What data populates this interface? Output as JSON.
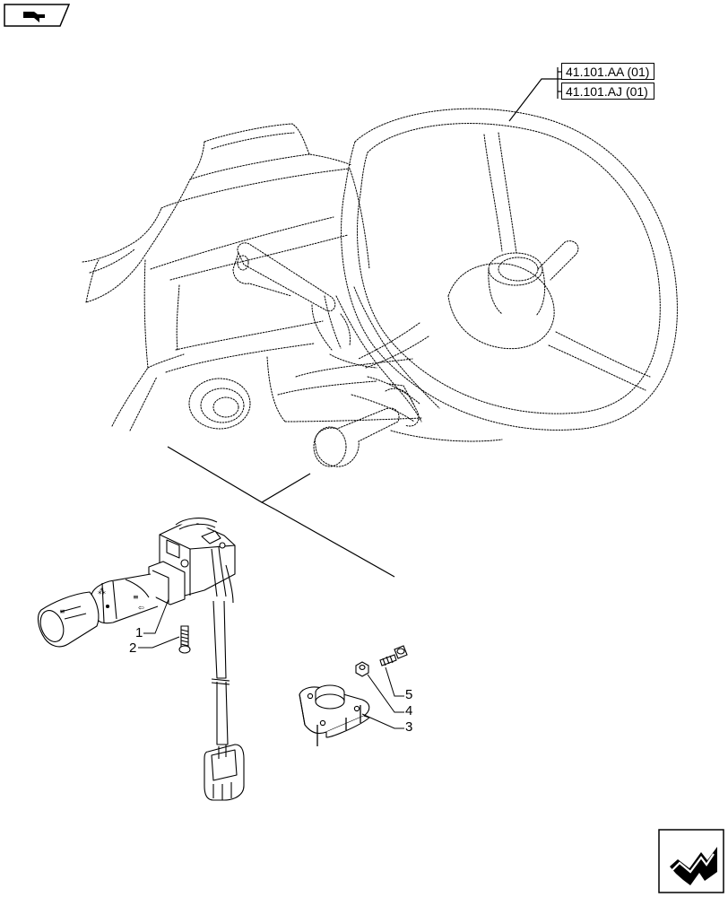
{
  "references": [
    {
      "code": "41.101.AA (01)"
    },
    {
      "code": "41.101.AJ (01)"
    }
  ],
  "callouts": [
    "1",
    "2",
    "3",
    "4",
    "5"
  ],
  "navigation": {
    "top_left_icon": "previous-page-arrow-icon",
    "bottom_right_icon": "next-page-arrow-icon"
  }
}
